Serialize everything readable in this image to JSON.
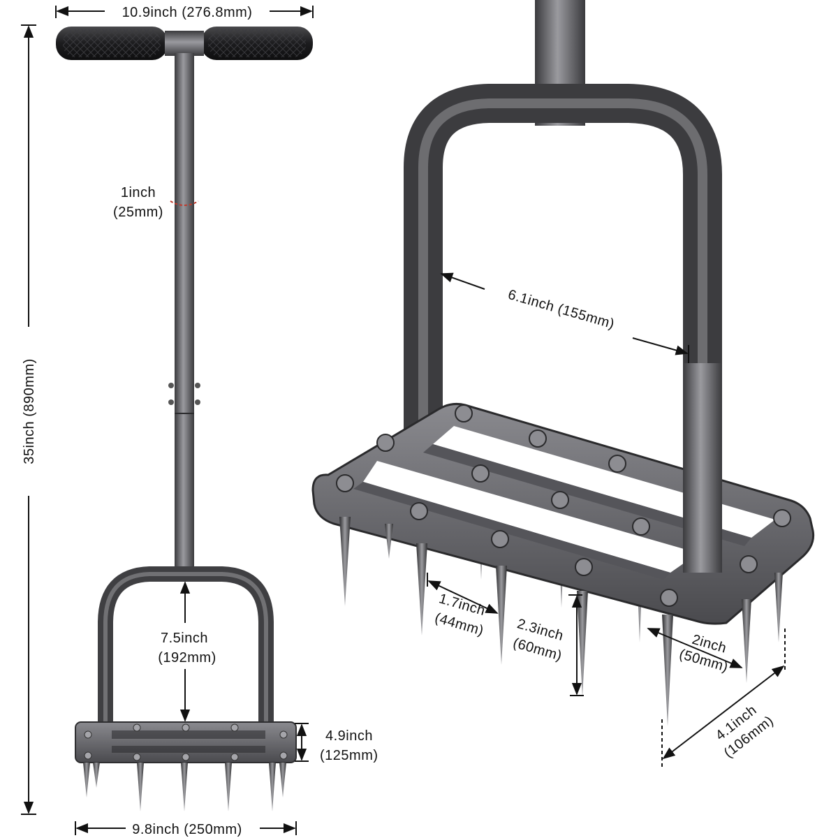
{
  "colors": {
    "metal": "#6a6a6e",
    "metal_dark": "#3a3a3d",
    "metal_light": "#b9b9bd",
    "grip": "#1f1f21",
    "line": "#111111",
    "accent": "#c0392b",
    "background": "#ffffff"
  },
  "icons": {
    "overall": "aerator-tool-illustration",
    "detail": "aerator-base-closeup-illustration"
  },
  "overall_view": {
    "handle_width": "10.9inch (276.8mm)",
    "total_height": "35inch (890mm)",
    "shaft_diameter_in": "1inch",
    "shaft_diameter_mm": "(25mm)",
    "fork_height_in": "7.5inch",
    "fork_height_mm": "(192mm)",
    "base_depth_in": "4.9inch",
    "base_depth_mm": "(125mm)",
    "base_width": "9.8inch (250mm)"
  },
  "detail_view": {
    "fork_inner_width": "6.1inch (155mm)",
    "spike_spacing_in": "1.7inch",
    "spike_spacing_mm": "(44mm)",
    "spike_length_in": "2.3inch",
    "spike_length_mm": "(60mm)",
    "row_spacing_in": "2inch",
    "row_spacing_mm": "(50mm)",
    "base_width_in": "4.1inch",
    "base_width_mm": "(106mm)"
  }
}
